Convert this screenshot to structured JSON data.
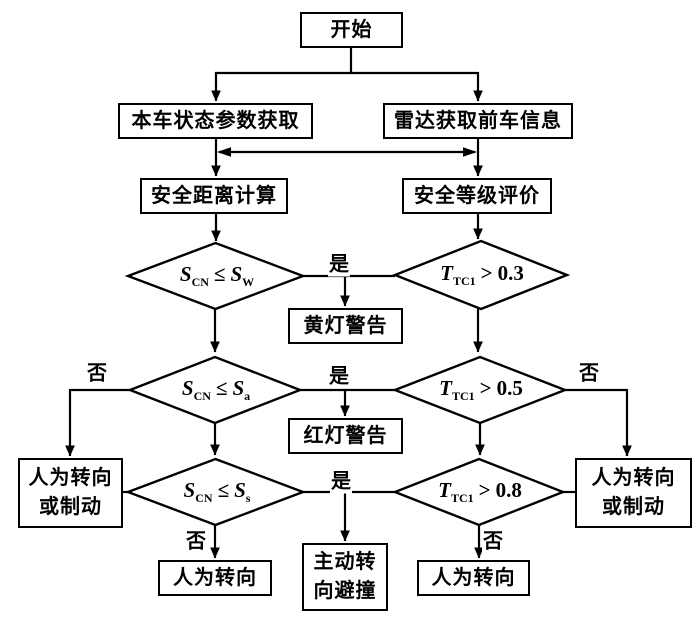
{
  "diagram": {
    "title": "collision-avoidance-decision-flowchart",
    "nodes": {
      "start": "开始",
      "own_state": "本车状态参数获取",
      "radar": "雷达获取前车信息",
      "safe_distance": "安全距离计算",
      "safety_level": "安全等级评价",
      "yellow_warning": "黄灯警告",
      "red_warning": "红灯警告",
      "manual_steer_brake_l1": "人为转向",
      "manual_steer_brake_l2": "或制动",
      "manual_steer": "人为转向",
      "active_steer_l1": "主动转",
      "active_steer_l2": "向避撞"
    },
    "decisions": {
      "d1l": {
        "var": "S",
        "var_sub": "CN",
        "op": "≤",
        "rhs": "S",
        "rhs_sub": "W"
      },
      "d2l": {
        "var": "S",
        "var_sub": "CN",
        "op": "≤",
        "rhs": "S",
        "rhs_sub": "a"
      },
      "d3l": {
        "var": "S",
        "var_sub": "CN",
        "op": "≤",
        "rhs": "S",
        "rhs_sub": "s"
      },
      "d1r": {
        "var": "T",
        "var_sub": "TC1",
        "op": ">",
        "rhs": "0.3"
      },
      "d2r": {
        "var": "T",
        "var_sub": "TC1",
        "op": ">",
        "rhs": "0.5"
      },
      "d3r": {
        "var": "T",
        "var_sub": "TC1",
        "op": ">",
        "rhs": "0.8"
      }
    },
    "edge_labels": {
      "yes": "是",
      "no": "否"
    },
    "colors": {
      "line": "#000000",
      "node_fill": "#ffffff",
      "background": "#ffffff"
    }
  }
}
